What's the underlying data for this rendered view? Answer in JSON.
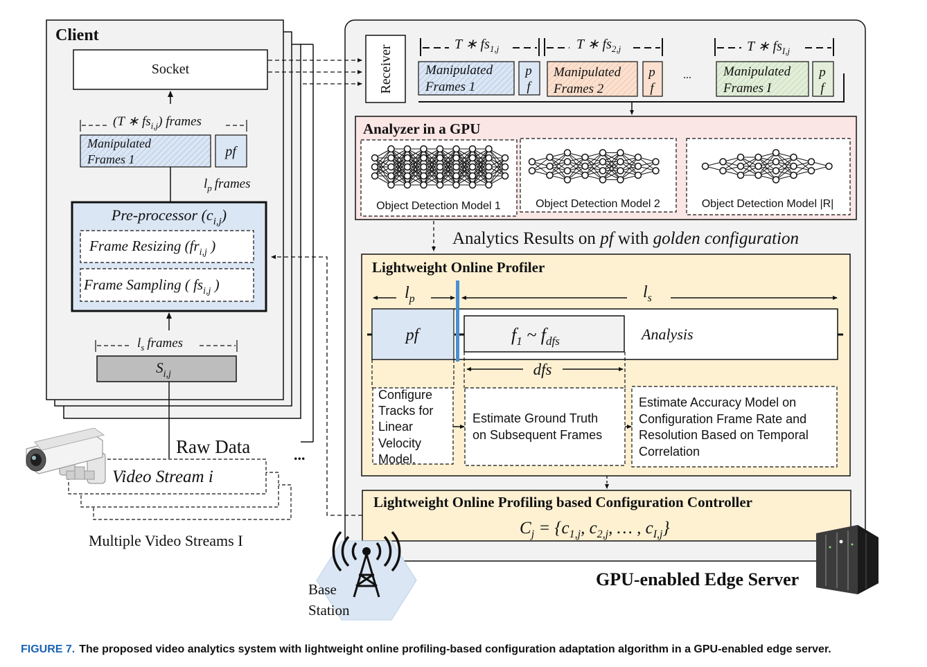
{
  "client": {
    "title": "Client",
    "socket": "Socket",
    "frames_label": "(T ∗ fs",
    "frames_label_sub": "i,j",
    "frames_label_end": ") frames",
    "manipulated": [
      "Manipulated",
      "Frames 1"
    ],
    "pf": "pf",
    "lp_frames": "frames",
    "lp_var": "l",
    "lp_sub": "p",
    "preprocessor": "Pre-processor (c",
    "preprocessor_sub": "i,j",
    "preprocessor_end": ")",
    "frame_resizing": "Frame Resizing (fr",
    "frame_resizing_sub": "i,j",
    "frame_resizing_end": " )",
    "frame_sampling": "Frame Sampling ( fs",
    "frame_sampling_sub": "i,j",
    "frame_sampling_end": " )",
    "ls_frames": "frames",
    "ls_var": "l",
    "ls_sub": "s",
    "source": "S",
    "source_sub": "i,j",
    "raw_data": "Raw Data",
    "dots": "...",
    "video_stream": "Video Stream i",
    "multiple_streams": "Multiple Video Streams I"
  },
  "server": {
    "receiver": "Receiver",
    "interval1": "T ∗ fs",
    "interval1_sub": "1,j",
    "interval2": "T ∗ fs",
    "interval2_sub": "2,j",
    "interval3": "T ∗ fs",
    "interval3_sub": "I,j",
    "mf1": [
      "Manipulated",
      "Frames 1"
    ],
    "mf2": [
      "Manipulated",
      "Frames 2"
    ],
    "mf3": [
      "Manipulated",
      "Frames I"
    ],
    "pf_p": "p",
    "pf_f": "f",
    "ellipsis": "...",
    "analyzer_title": "Analyzer in a GPU",
    "model1": "Object Detection Model 1",
    "model2": "Object Detection Model 2",
    "model3": "Object Detection Model |R|",
    "analytics_results_a": "Analytics Results on",
    "analytics_results_pf": "pf",
    "analytics_results_b": "with",
    "analytics_results_c": "golden configuration",
    "profiler_title": "Lightweight Online Profiler",
    "lp": "l",
    "lp_sub": "p",
    "ls": "l",
    "ls_sub": "s",
    "pf": "pf",
    "f_range": "f",
    "f_range_sub1": "1",
    "f_range_mid": " ~ f",
    "f_range_sub2": "dfs",
    "analysis": "Analysis",
    "dfs": "dfs",
    "step1": [
      "Configure",
      "Tracks for",
      "Linear",
      "Velocity",
      "Model."
    ],
    "step2": [
      "Estimate  Ground  Truth",
      "on Subsequent Frames"
    ],
    "step3": [
      "Estimate Accuracy Model on",
      "Configuration Frame Rate and",
      "Resolution Based on Temporal",
      "Correlation"
    ],
    "controller_title": "Lightweight Online Profiling based Configuration Controller",
    "controller_formula": "C",
    "controller_formula_sub": "j",
    "controller_formula_rest": " = {c",
    "c1_sub": "1,j",
    "c2_pre": ", c",
    "c2_sub": "2,j",
    "cI_pre": ", … , c",
    "cI_sub": "I,j",
    "formula_end": "}",
    "base_station": [
      "Base",
      "Station"
    ],
    "server_label": "GPU-enabled Edge Server"
  },
  "caption": {
    "label": "FIGURE 7.",
    "text": "The proposed video analytics system with lightweight online profiling-based configuration adaptation algorithm in a GPU-enabled edge server."
  },
  "colors": {
    "blue_fill": "#dbe6f4",
    "orange_fill": "#fbe0cf",
    "green_fill": "#e2eed9",
    "pink_fill": "#fbe6e6",
    "yellow_fill": "#fdf1d2",
    "caption_blue": "#1a62b3"
  }
}
